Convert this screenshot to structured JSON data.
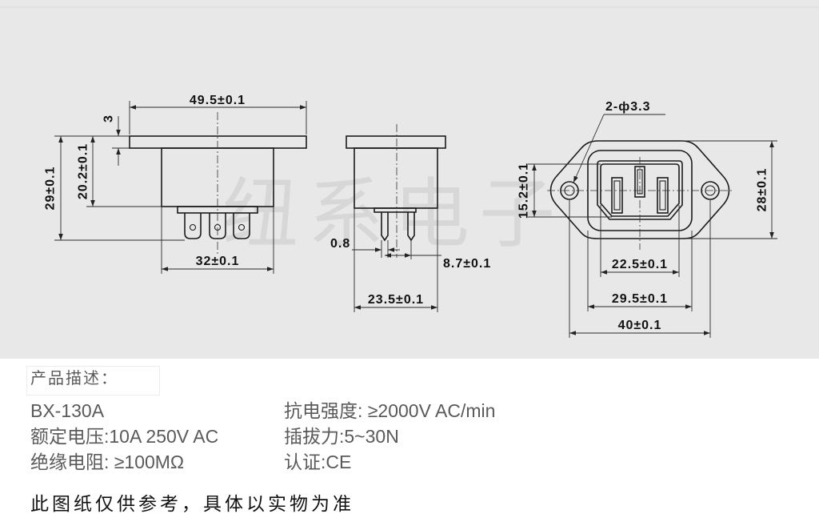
{
  "watermark": "纽系电子",
  "drawing": {
    "side_view": {
      "width_label": "49.5±0.1",
      "flange_label": "3",
      "height_label": "20.2±0.1",
      "total_height_label": "29±0.1",
      "body_width_label": "32±0.1"
    },
    "end_view": {
      "pin_width_label": "0.8",
      "pin_spacing_label": "8.7±0.1",
      "body_width_label": "23.5±0.1"
    },
    "front_view": {
      "holes_label": "2-ф3.3",
      "socket_height_label": "15.2±0.1",
      "flange_height_label": "28±0.1",
      "socket_width_label": "22.5±0.1",
      "frame_width_label": "29.5±0.1",
      "hole_spacing_label": "40±0.1"
    }
  },
  "description": {
    "heading": "产品描述：",
    "model": "BX-130A",
    "specs_left": [
      "额定电压:10A 250V AC",
      "绝缘电阻: ≥100MΩ"
    ],
    "specs_right": [
      "抗电强度: ≥2000V AC/min",
      "插拔力:5~30N",
      "认证:CE"
    ],
    "note": "此图纸仅供参考，具体以实物为准"
  },
  "colors": {
    "drawing_background": "#e8e8e8",
    "line": "#1b1b1b",
    "text_gray": "#5a5a5a",
    "note_text": "#111111"
  }
}
